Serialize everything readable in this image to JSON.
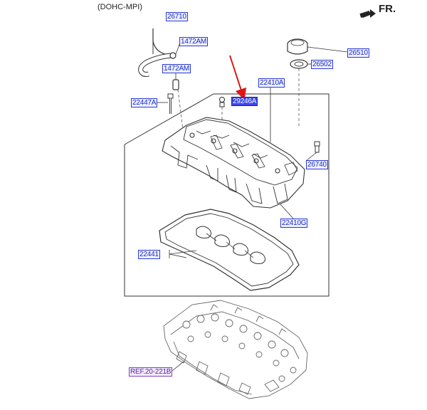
{
  "header": {
    "engine": "(DOHC-MPI)",
    "direction": "FR."
  },
  "callouts": {
    "hose": "26710",
    "clamp_upper": "1472AM",
    "clamp_lower": "1472AM",
    "filler_cap": "26510",
    "cap_gasket": "26502",
    "cover_assy": "22410A",
    "stud_bolt": "22447A",
    "part_29246A": "29246A",
    "pcv_valve": "26740",
    "cover_sub": "22410G",
    "gasket": "22441",
    "head_ref": "REF.20-221B"
  },
  "colors": {
    "label_text": "#1b2cc4",
    "highlight": "#3a46e8",
    "ref_text": "#5b1aa8",
    "arrow": "#e01515"
  }
}
